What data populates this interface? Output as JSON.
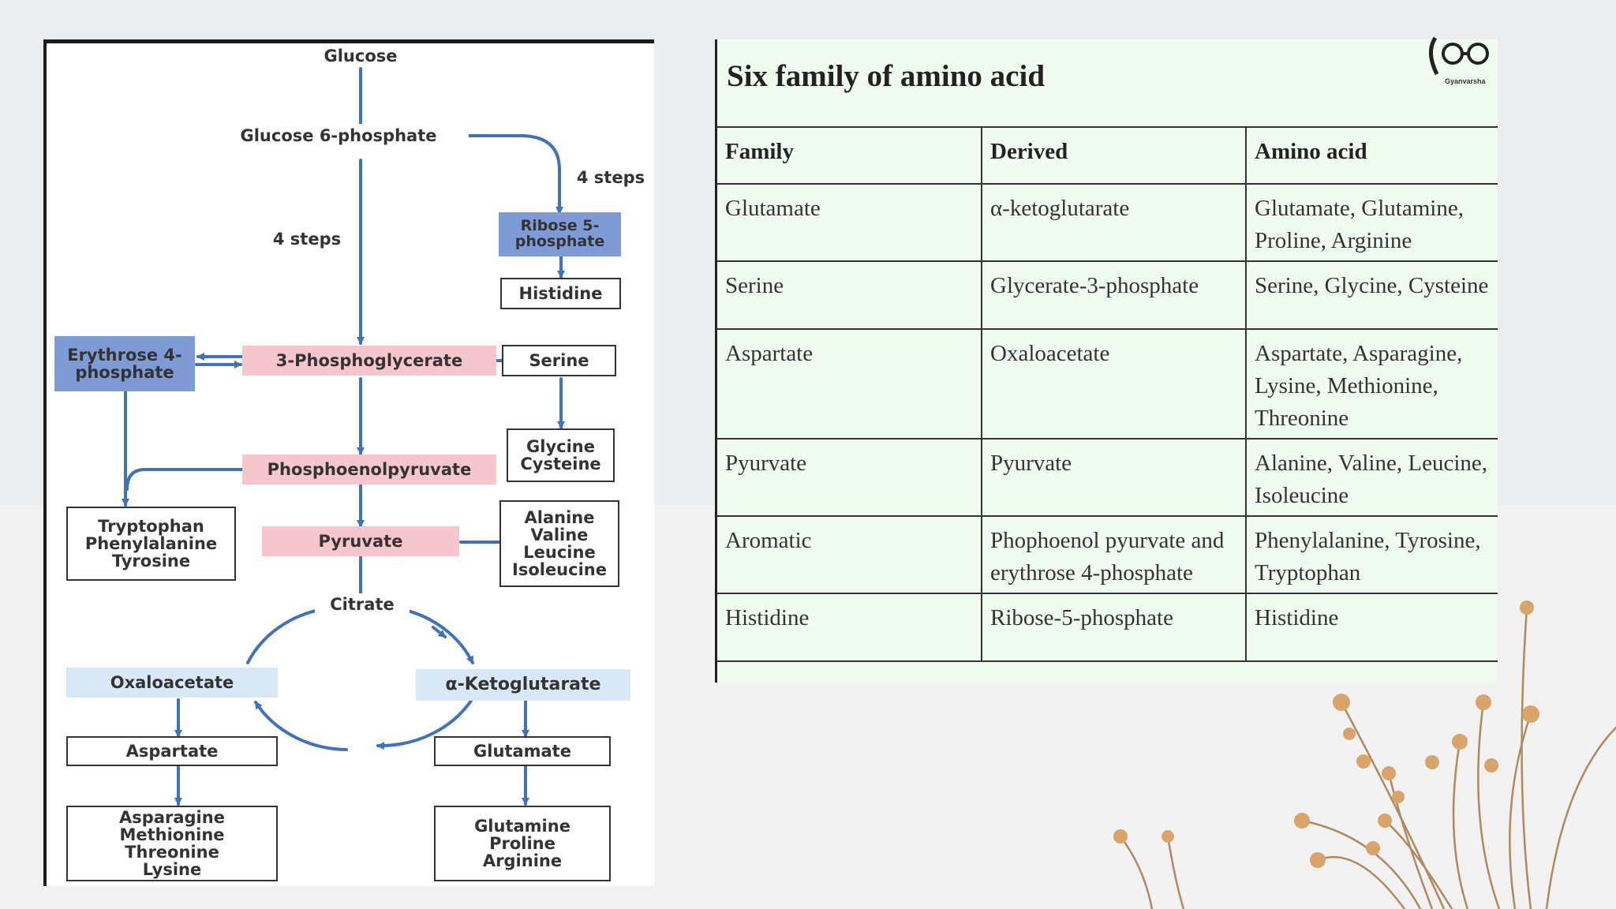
{
  "diagram": {
    "glucose": "Glucose",
    "glucose6p": "Glucose 6-phosphate",
    "steps_right": "4 steps",
    "steps_left": "4 steps",
    "ribose5p": "Ribose 5-\nphosphate",
    "histidine": "Histidine",
    "erythrose4p": "Erythrose 4-\nphosphate",
    "phosphoglycerate": "3-Phosphoglycerate",
    "serine": "Serine",
    "glycine_cysteine": "Glycine\nCysteine",
    "pep": "Phosphoenolpyruvate",
    "aromatic": "Tryptophan\nPhenylalanine\nTyrosine",
    "pyruvate": "Pyruvate",
    "pyruvate_family": "Alanine\nValine\nLeucine\nIsoleucine",
    "citrate": "Citrate",
    "oxaloacetate": "Oxaloacetate",
    "ketoglutarate": "α-Ketoglutarate",
    "aspartate": "Aspartate",
    "glutamate": "Glutamate",
    "aspartate_family": "Asparagine\nMethionine\nThreonine\nLysine",
    "glutamate_family": "Glutamine\nProline\nArginine"
  },
  "table": {
    "title": "Six family of amino acid",
    "logo_text": "Gyanvarsha",
    "headers": [
      "Family",
      "Derived",
      "Amino acid"
    ],
    "rows": [
      [
        "Glutamate",
        "α-ketoglutarate",
        "Glutamate, Glutamine, Proline, Arginine"
      ],
      [
        "Serine",
        "Glycerate-3-phosphate",
        "Serine, Glycine, Cysteine"
      ],
      [
        "Aspartate",
        "Oxaloacetate",
        "Aspartate, Asparagine, Lysine, Methionine, Threonine"
      ],
      [
        "Pyurvate",
        "Pyurvate",
        "Alanine, Valine, Leucine, Isoleucine"
      ],
      [
        "Aromatic",
        "Phophoenol pyurvate and erythrose 4-phosphate",
        "Phenylalanine, Tyrosine, Tryptophan"
      ],
      [
        "Histidine",
        "Ribose-5-phosphate",
        "Histidine"
      ]
    ]
  },
  "colors": {
    "arrow": "#3f73b5",
    "pink_node": "#f5c6cd",
    "blue_node": "#7e9bd6",
    "light_blue_node": "#d8e8f6",
    "table_bg": "#f1fcf1"
  }
}
